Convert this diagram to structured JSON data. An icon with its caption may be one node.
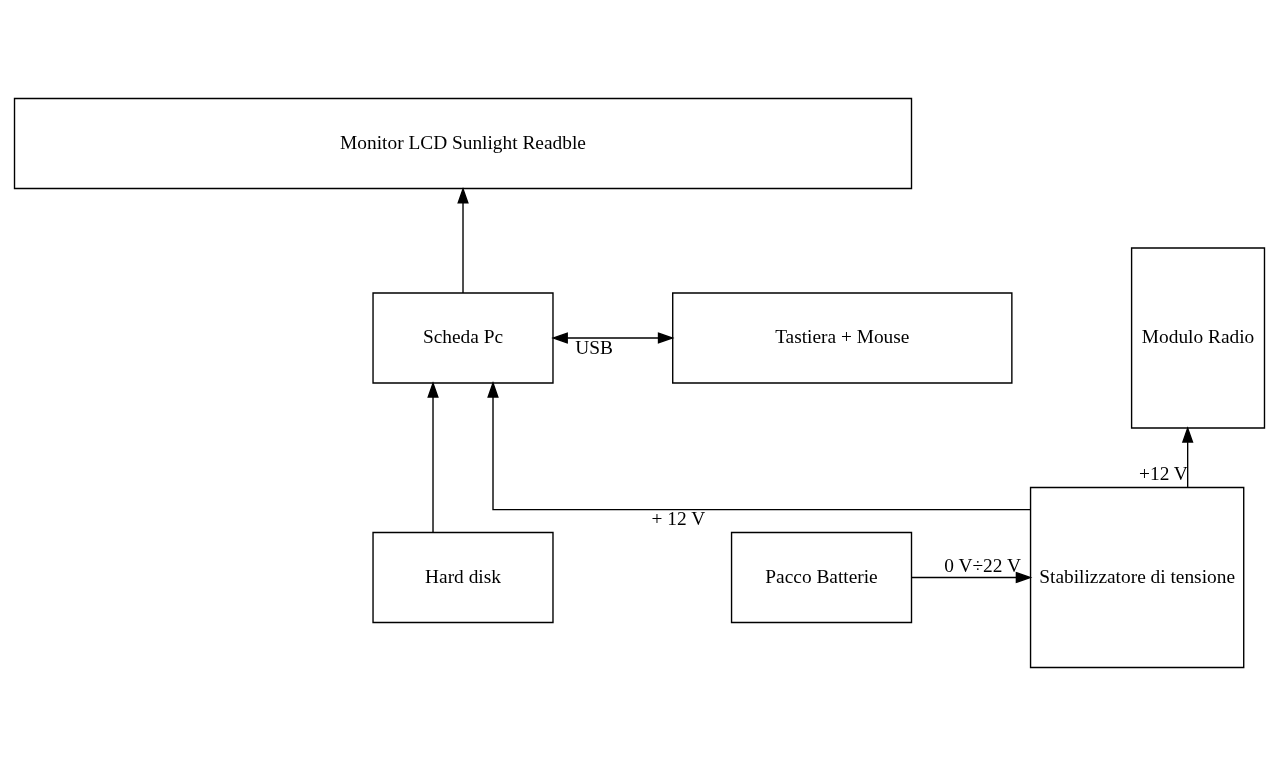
{
  "diagram": {
    "nodes": [
      {
        "text": [
          "Monitor LCD Sunlight Readble"
        ]
      },
      {
        "text": [
          "Scheda Pc"
        ]
      },
      {
        "text": [
          "Tastiera + Mouse"
        ]
      },
      {
        "text": [
          "Modulo Radio"
        ]
      },
      {
        "text": [
          "Hard disk"
        ]
      },
      {
        "text": [
          "Stabilizzatore di tensione"
        ]
      },
      {
        "text": [
          "Pacco Batterie"
        ]
      }
    ],
    "edges": [
      {
        "from": 1,
        "to": 0,
        "arrow": "to"
      },
      {
        "from": 1,
        "to": 2,
        "arrow": "both",
        "label": "USB"
      },
      {
        "from": 4,
        "to": 1,
        "arrow": "to"
      },
      {
        "from": 5,
        "to": 1,
        "arrow": "to",
        "label": "+ 12 V"
      },
      {
        "from": 6,
        "to": 5,
        "arrow": "to",
        "label": "0 V÷22 V"
      },
      {
        "from": 5,
        "to": 3,
        "arrow": "to",
        "label": "+12 V"
      }
    ]
  }
}
